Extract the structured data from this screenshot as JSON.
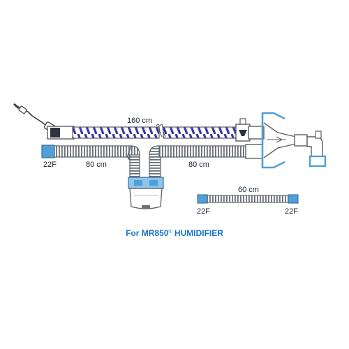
{
  "labels": {
    "heated_tube_length": "160 cm",
    "left_limb_length": "80 cm",
    "right_limb_length": "80 cm",
    "left_port_size": "22F",
    "extension_length": "60 cm",
    "extension_left_size": "22F",
    "extension_right_size": "22F"
  },
  "caption": {
    "prefix": "For MR850",
    "registered_mark": "®",
    "suffix": " HUMIDIFIER"
  },
  "colors": {
    "caption": "#1a73c9",
    "connector_blue": "#4f9fd8",
    "heater_wire": "#3d35a6",
    "tube_outline": "#5a5e66",
    "tube_fill": "#ffffff",
    "chamber_blue": "#8ec5ea"
  }
}
